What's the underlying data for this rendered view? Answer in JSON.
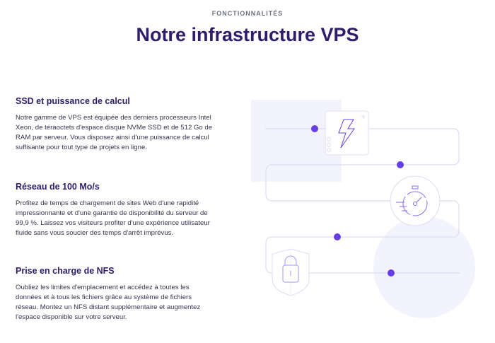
{
  "header": {
    "eyebrow": "FONCTIONNALITÉS",
    "title": "Notre infrastructure VPS"
  },
  "features": [
    {
      "title": "SSD et puissance de calcul",
      "text": "Notre gamme de VPS est équipée des derniers processeurs Intel Xeon, de téraoctets d'espace disque NVMe SSD et de 512 Go de RAM par serveur. Vous disposez ainsi d'une puissance de calcul suffisante pour tout type de projets en ligne."
    },
    {
      "title": "Réseau de 100 Mo/s",
      "text": "Profitez de temps de chargement de sites Web d'une rapidité impressionnante et d'une garantie de disponibilité du serveur de 99,9 %. Laissez vos visiteurs profiter d'une expérience utilisateur fluide sans vous soucier des temps d'arrêt imprévus."
    },
    {
      "title": "Prise en charge de NFS",
      "text": "Oubliez les limites d'emplacement et accédez à toutes les données et à tous les fichiers grâce au système de fichiers réseau. Montez un NFS distant supplémentaire et augmentez l'espace disponible sur votre serveur."
    }
  ],
  "colors": {
    "accent": "#673de6",
    "title": "#2f1c6a",
    "line": "#dcdcf2",
    "tint": "#f3f3fd"
  }
}
